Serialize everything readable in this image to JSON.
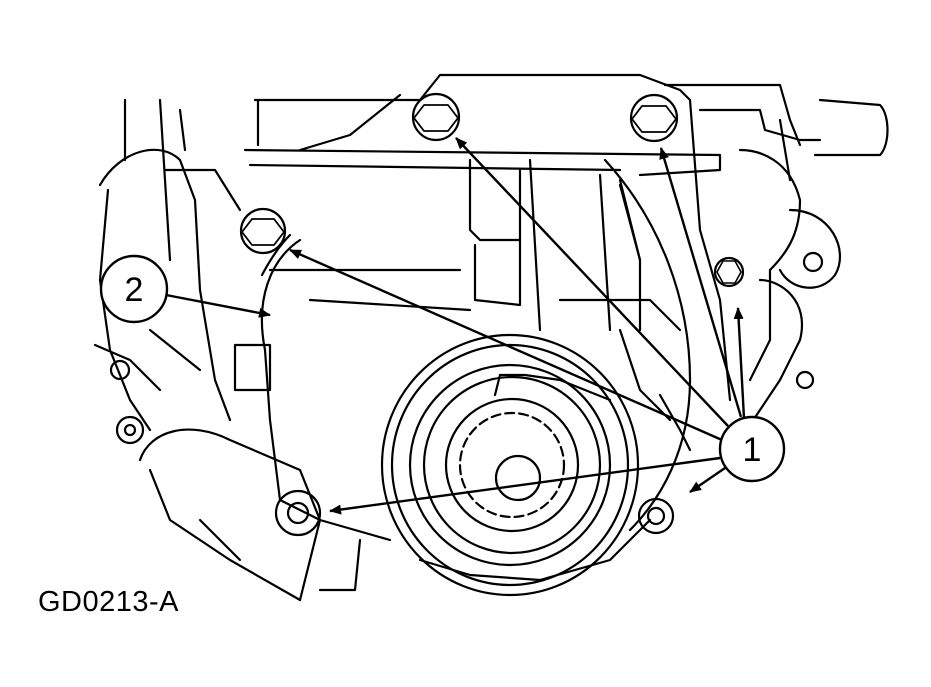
{
  "figure": {
    "id": "GD0213-A"
  },
  "callouts": [
    {
      "label": "1",
      "refers_to": "bolts"
    },
    {
      "label": "2",
      "refers_to": "cover"
    }
  ],
  "colors": {
    "line": "#000000",
    "background": "#ffffff"
  }
}
